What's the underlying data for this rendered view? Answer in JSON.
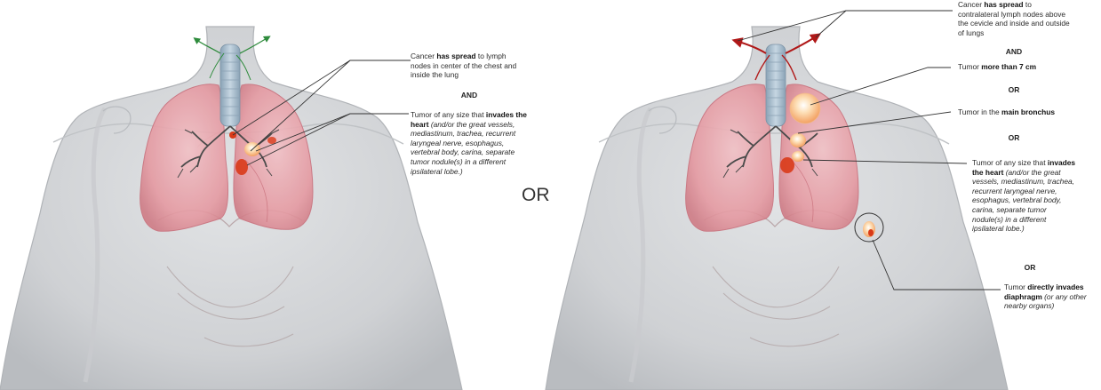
{
  "separator": "OR",
  "left_panel": {
    "labels": [
      {
        "pre": "Cancer ",
        "bold": "has spread",
        "post": " to lymph nodes in center of the chest and inside the lung"
      },
      {
        "pre": "Tumor of any size that ",
        "bold": "invades the heart",
        "post": " ",
        "ital": "(and/or the great vessels, mediastinum, trachea, recurrent laryngeal nerve, esophagus, vertebral body, carina, separate tumor nodule(s) in a different ipsilateral lobe.)"
      }
    ],
    "connector": "AND"
  },
  "right_panel": {
    "labels": [
      {
        "pre": "Cancer ",
        "bold": "has spread",
        "post": " to contralateral lymph nodes above the cevicle and inside and outside of lungs"
      },
      {
        "pre": "Tumor ",
        "bold": "more than 7 cm",
        "post": ""
      },
      {
        "pre": "Tumor in the ",
        "bold": "main bronchus",
        "post": ""
      },
      {
        "pre": "Tumor of any size that ",
        "bold": "invades the heart",
        "post": " ",
        "ital": "(and/or the great vessels, mediastinum, trachea, recurrent laryngeal nerve, esophagus, vertebral body, carina, separate tumor nodule(s) in a different ipsilateral lobe.)"
      },
      {
        "pre": "Tumor ",
        "bold": "directly invades diaphragm",
        "post": " ",
        "ital": "(or any other nearby organs)"
      }
    ],
    "connectors": [
      "AND",
      "OR",
      "OR",
      "OR"
    ]
  },
  "colors": {
    "skin": "#d3d5d8",
    "lung": "#e8a3aa",
    "trachea": "#a9bfcf",
    "tumor": "#d93a18",
    "lymph_arrow_left": "#2e8b3c",
    "lymph_arrow_right": "#b01818",
    "leader_line": "#333333"
  }
}
